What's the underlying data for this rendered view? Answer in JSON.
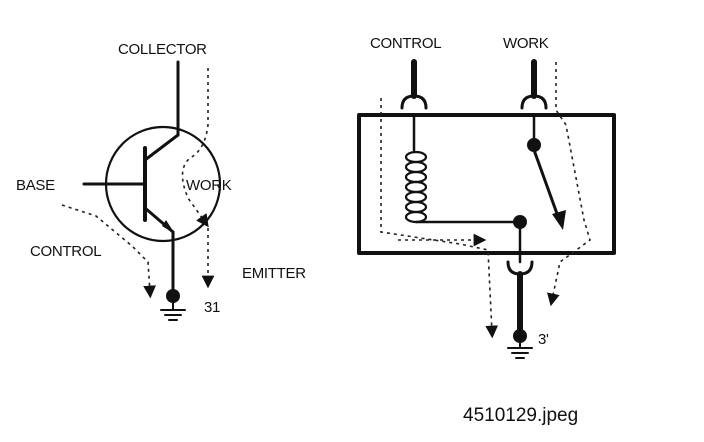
{
  "transistor": {
    "collector_label": "COLLECTOR",
    "base_label": "BASE",
    "work_label": "WORK",
    "control_label": "CONTROL",
    "emitter_label": "EMITTER",
    "ground_terminal": "31"
  },
  "relay": {
    "control_label": "CONTROL",
    "work_label": "WORK",
    "ground_terminal": "3'"
  },
  "caption": "4510129.jpeg"
}
